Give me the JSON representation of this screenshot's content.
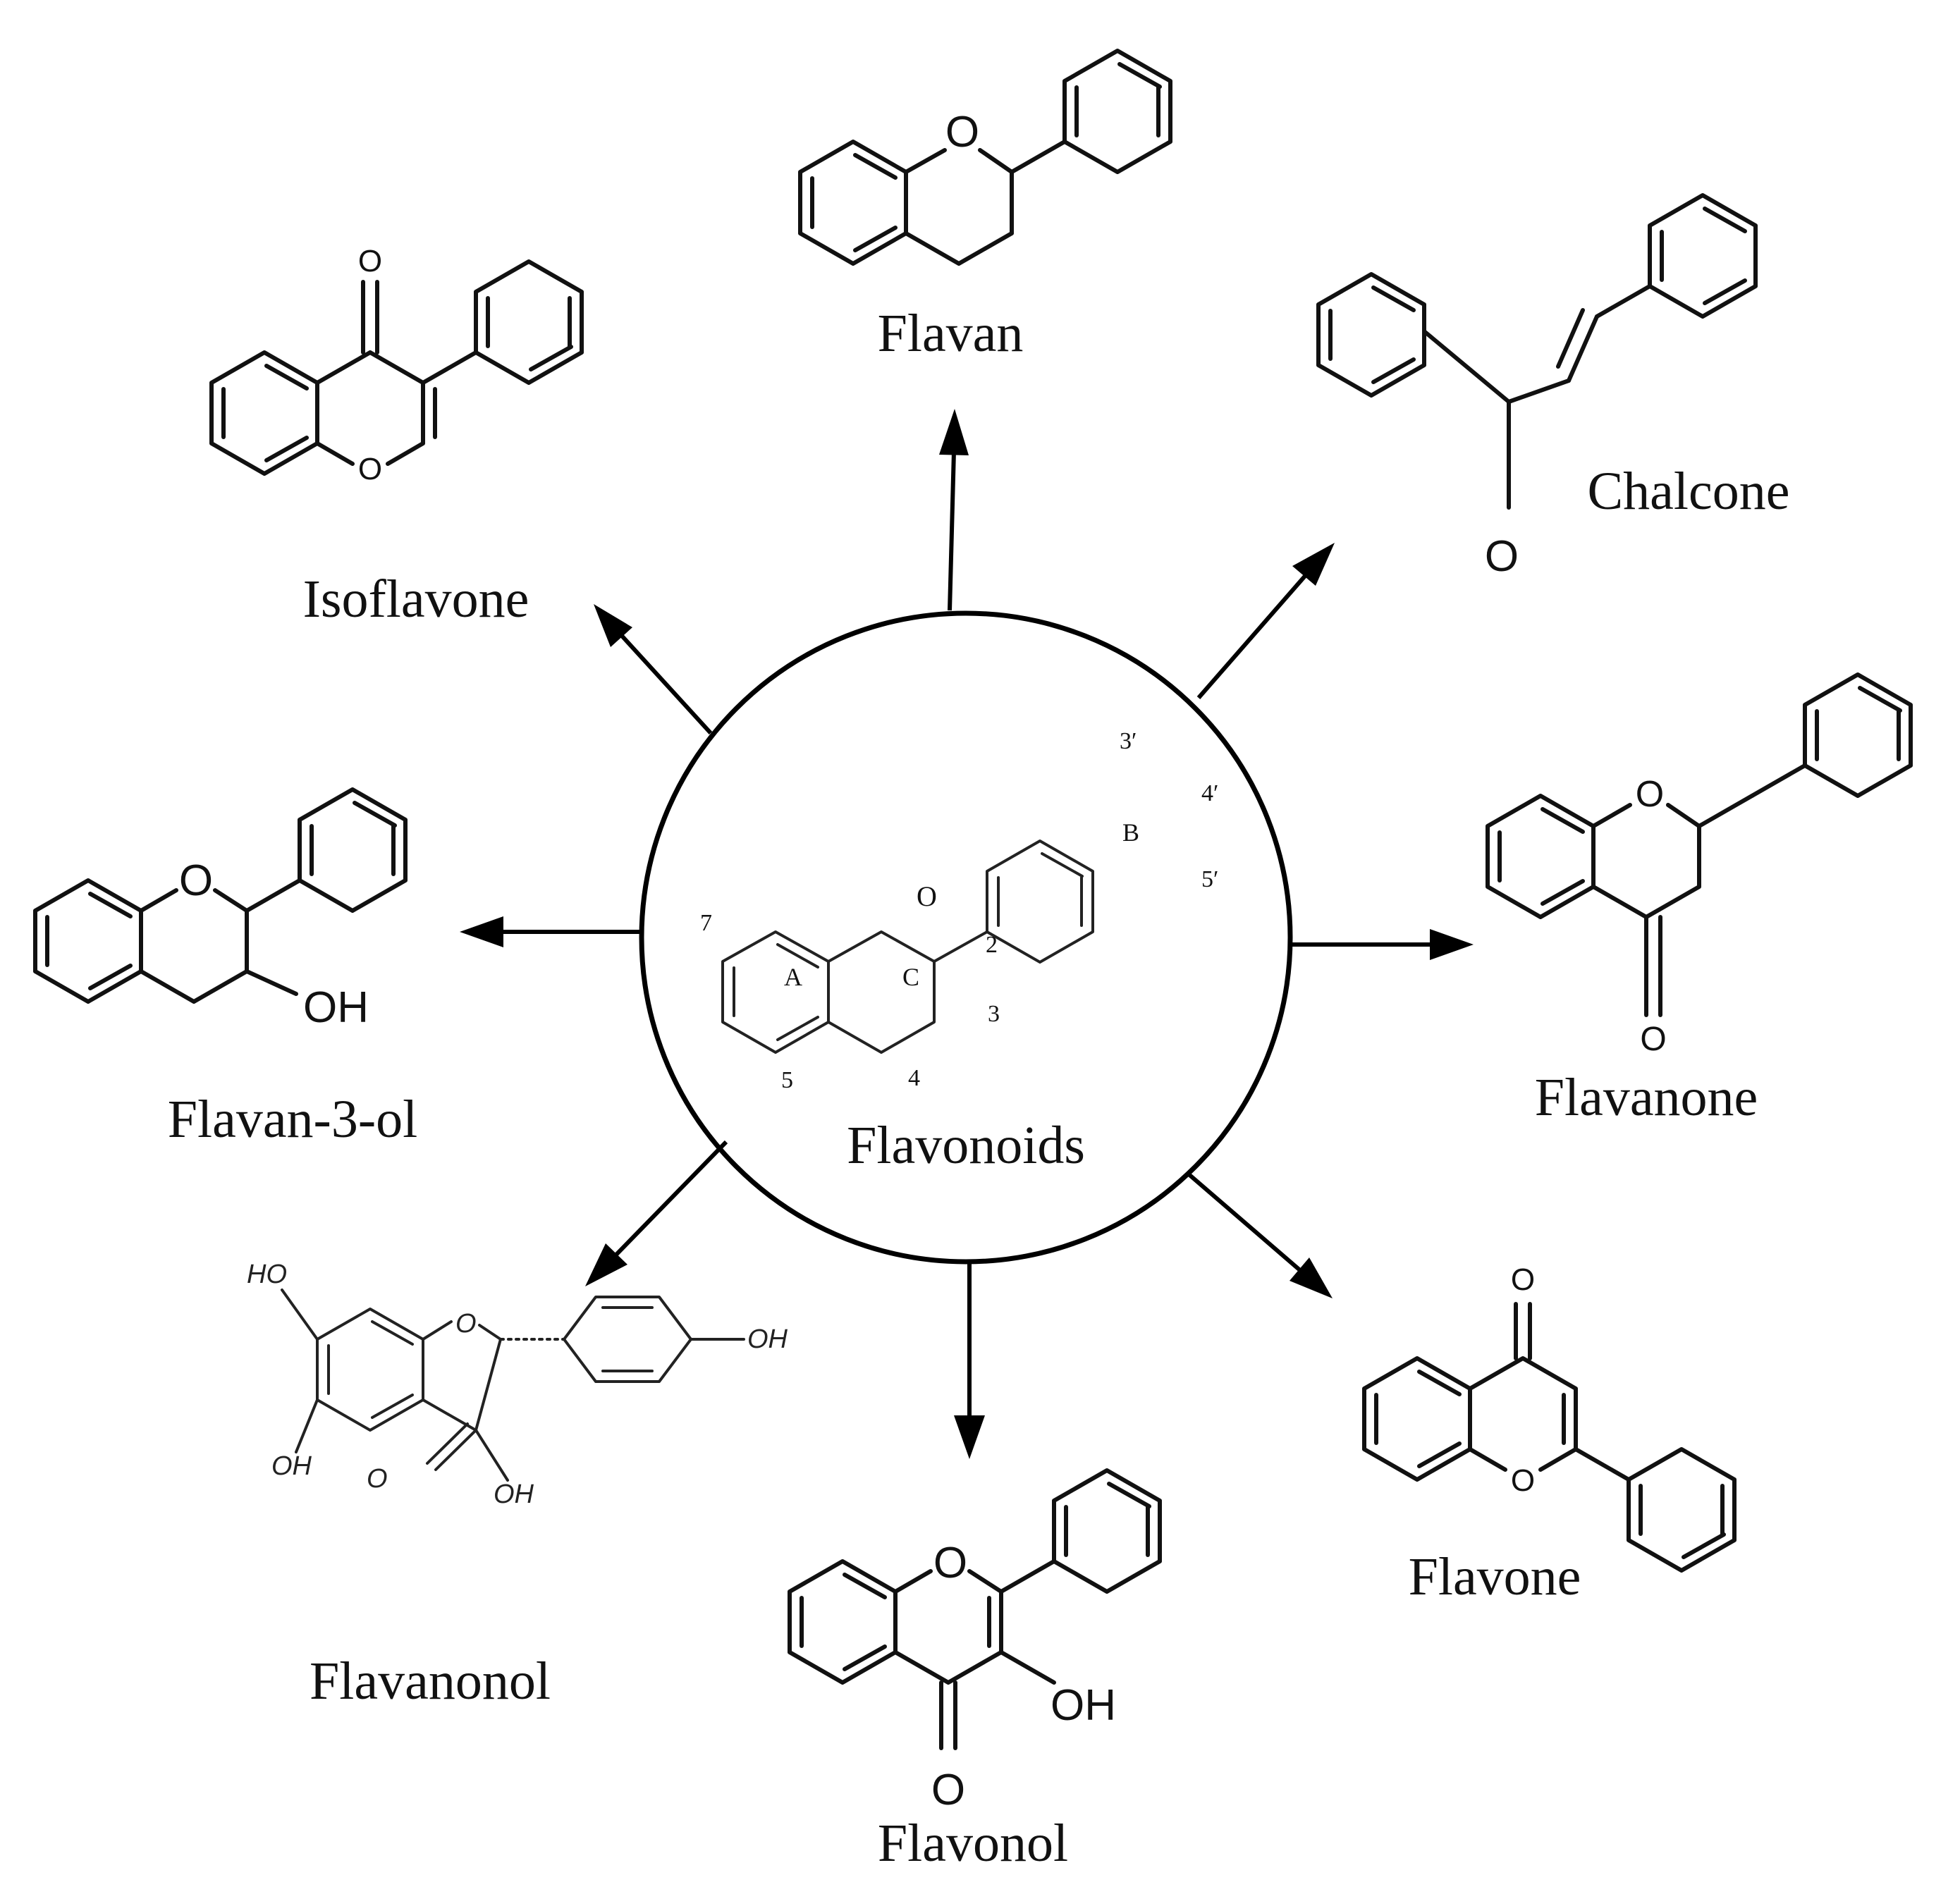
{
  "center": {
    "label": "Flavonoids",
    "ring_labels": {
      "a": "A",
      "b": "B",
      "c": "C"
    },
    "positions": {
      "p2": "2",
      "p3": "3",
      "p4": "4",
      "p5": "5",
      "p7": "7",
      "p3p": "3′",
      "p4p": "4′",
      "p5p": "5′"
    },
    "oxygen": "O"
  },
  "compounds": {
    "flavan": {
      "name": "Flavan",
      "o": "O"
    },
    "chalcone": {
      "name": "Chalcone",
      "o": "O"
    },
    "flavanone": {
      "name": "Flavanone",
      "o1": "O",
      "o2": "O"
    },
    "flavone": {
      "name": "Flavone",
      "o1": "O",
      "o2": "O"
    },
    "flavonol": {
      "name": "Flavonol",
      "o1": "O",
      "o2": "O",
      "oh": "OH"
    },
    "flavanonol": {
      "name": "Flavanonol",
      "o1": "O",
      "o2": "O",
      "oh1": "HO",
      "oh2": "OH",
      "oh3": "OH",
      "oh4": "OH"
    },
    "flavan3ol": {
      "name": "Flavan-3-ol",
      "o": "O",
      "oh": "OH"
    },
    "isoflavone": {
      "name": "Isoflavone",
      "o1": "O",
      "o2": "O"
    }
  }
}
